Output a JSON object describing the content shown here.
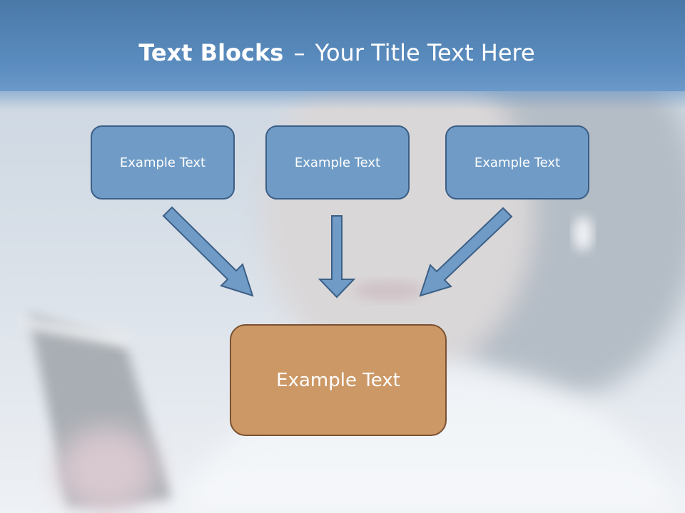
{
  "title": {
    "bold": "Text Blocks",
    "separator": "–",
    "regular": "Your Title Text Here"
  },
  "top_boxes": [
    {
      "label": "Example Text"
    },
    {
      "label": "Example Text"
    },
    {
      "label": "Example Text"
    }
  ],
  "result_box": {
    "label": "Example Text"
  },
  "colors": {
    "header": "#5b8cbf",
    "box_fill": "#6f9bc6",
    "box_border": "#3c5f86",
    "arrow_fill": "#6f9bc6",
    "result_fill": "#cc9866",
    "result_border": "#7b5131"
  }
}
